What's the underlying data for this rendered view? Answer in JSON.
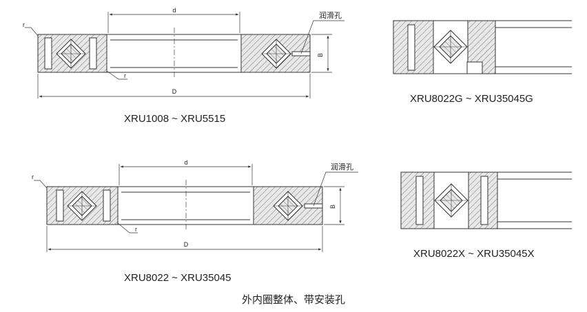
{
  "captions": {
    "top_left": "XRU1008 ~ XRU5515",
    "top_right": "XRU8022G ~ XRU35045G",
    "bottom_left": "XRU8022 ~ XRU35045",
    "bottom_right": "XRU8022X ~ XRU35045X"
  },
  "labels": {
    "d": "d",
    "D": "D",
    "B": "B",
    "r": "r",
    "lubrication_hole": "润滑孔"
  },
  "footer": "外内圈整体、带安装孔"
}
